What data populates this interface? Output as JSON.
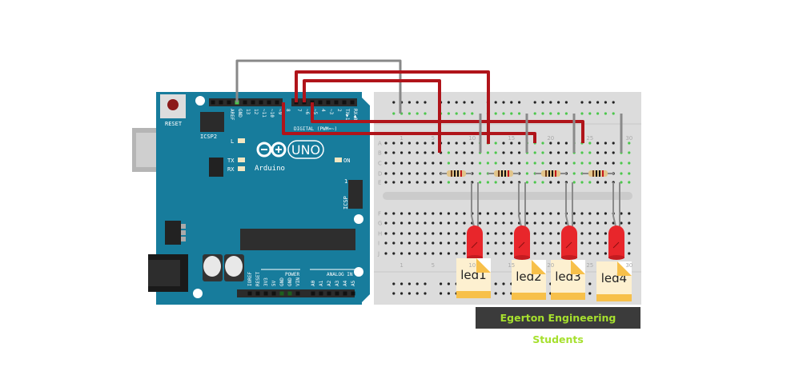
{
  "arduino": {
    "brand": "Arduino",
    "model": "UNO",
    "reset_label": "RESET",
    "icsp2_label": "ICSP2",
    "icsp_label": "ICSP",
    "icsp_pin1": "1",
    "led_l": "L",
    "led_tx": "TX",
    "led_rx": "RX",
    "led_on": "ON",
    "digital_label": "DIGITAL (PWM=~)",
    "power_label": "POWER",
    "analog_label": "ANALOG IN",
    "digital_pins_left": [
      "AREF",
      "GND",
      "13",
      "12",
      "~11",
      "~10",
      "~9",
      "8"
    ],
    "digital_pins_right": [
      "7",
      "~6",
      "~5",
      "4",
      "~3",
      "2",
      "TX▶1",
      "RX◀0"
    ],
    "power_pins": [
      "IOREF",
      "RESET",
      "3V3",
      "5V",
      "GND",
      "GND",
      "VIN"
    ],
    "analog_pins": [
      "A0",
      "A1",
      "A2",
      "A3",
      "A4",
      "A5"
    ],
    "board_color": "#177c9c"
  },
  "breadboard": {
    "rows_top": [
      "A",
      "B",
      "C",
      "D",
      "E"
    ],
    "rows_bottom": [
      "F",
      "G",
      "H",
      "I",
      "J"
    ],
    "column_numbers": [
      "1",
      "5",
      "10",
      "15",
      "20",
      "25",
      "30"
    ],
    "wire_color": "#c4161c"
  },
  "leds": [
    {
      "label": "led1",
      "color": "#e8262b"
    },
    {
      "label": "led2",
      "color": "#e8262b"
    },
    {
      "label": "led3",
      "color": "#e8262b"
    },
    {
      "label": "led4",
      "color": "#e8262b"
    }
  ],
  "watermark": "Egerton Engineering Students"
}
